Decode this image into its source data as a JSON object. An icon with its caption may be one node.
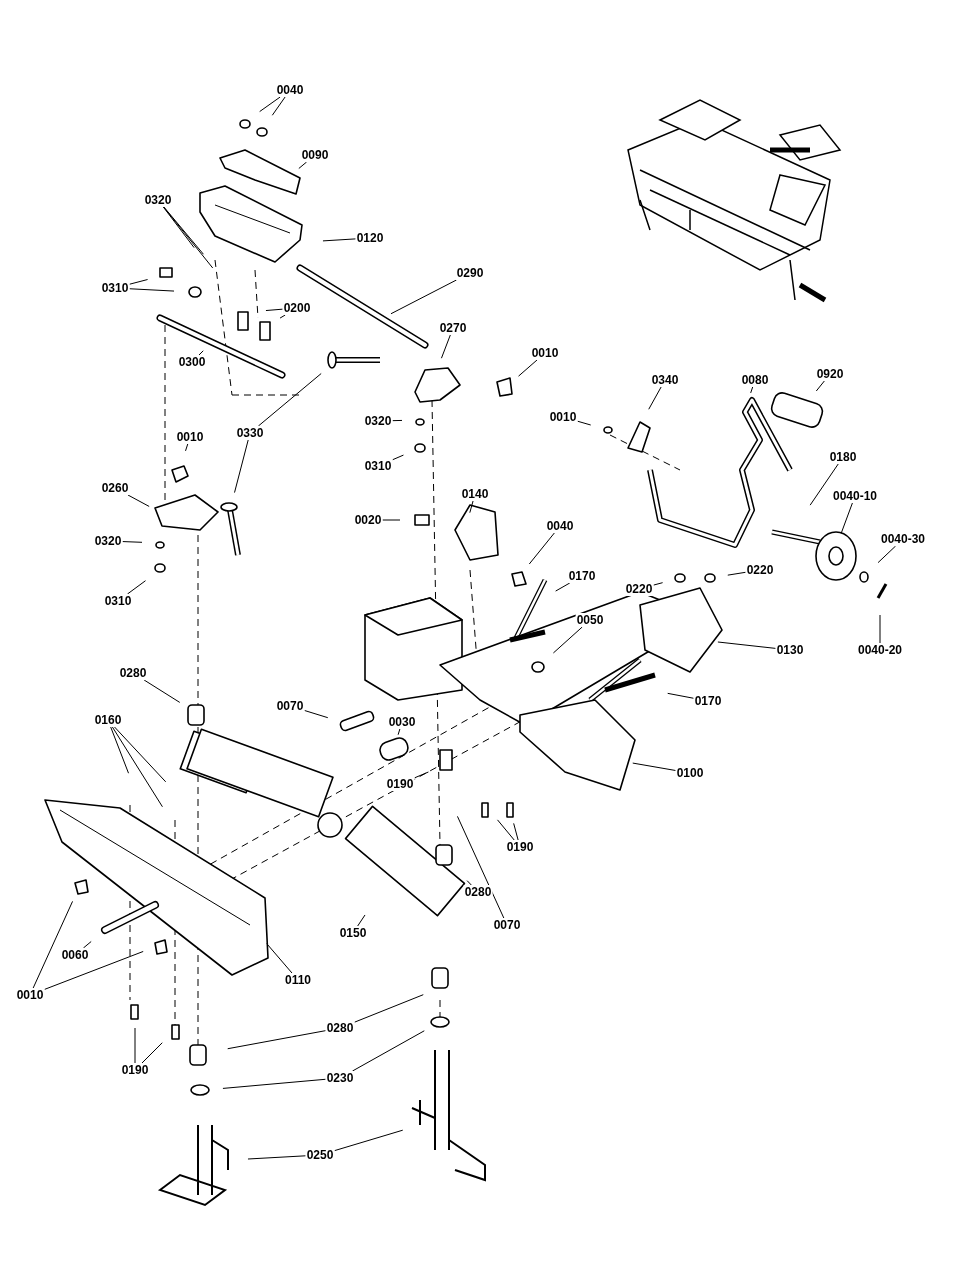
{
  "diagram": {
    "nodes": [
      {
        "text": [
          "0040"
        ]
      },
      {
        "text": [
          "0090"
        ]
      },
      {
        "text": [
          "0320"
        ]
      },
      {
        "text": [
          "0120"
        ]
      },
      {
        "text": [
          "0310"
        ]
      },
      {
        "text": [
          "0290"
        ]
      },
      {
        "text": [
          "0200"
        ]
      },
      {
        "text": [
          "0300"
        ]
      },
      {
        "text": [
          "0270"
        ]
      },
      {
        "text": [
          "0010"
        ]
      },
      {
        "text": [
          "0330"
        ]
      },
      {
        "text": [
          "0320"
        ]
      },
      {
        "text": [
          "0310"
        ]
      },
      {
        "text": [
          "0010"
        ]
      },
      {
        "text": [
          "0260"
        ]
      },
      {
        "text": [
          "0320"
        ]
      },
      {
        "text": [
          "0310"
        ]
      },
      {
        "text": [
          "0340"
        ]
      },
      {
        "text": [
          "0080"
        ]
      },
      {
        "text": [
          "0920"
        ]
      },
      {
        "text": [
          "0010"
        ]
      },
      {
        "text": [
          "0020"
        ]
      },
      {
        "text": [
          "0140"
        ]
      },
      {
        "text": [
          "0040"
        ]
      },
      {
        "text": [
          "0180"
        ]
      },
      {
        "text": [
          "0040-10"
        ]
      },
      {
        "text": [
          "0040-30"
        ]
      },
      {
        "text": [
          "0040-20"
        ]
      },
      {
        "text": [
          "0170"
        ]
      },
      {
        "text": [
          "0220"
        ]
      },
      {
        "text": [
          "0220"
        ]
      },
      {
        "text": [
          "0050"
        ]
      },
      {
        "text": [
          "0130"
        ]
      },
      {
        "text": [
          "0170"
        ]
      },
      {
        "text": [
          "0280"
        ]
      },
      {
        "text": [
          "0070"
        ]
      },
      {
        "text": [
          "0160"
        ]
      },
      {
        "text": [
          "0030"
        ]
      },
      {
        "text": [
          "0190"
        ]
      },
      {
        "text": [
          "0100"
        ]
      },
      {
        "text": [
          "0190"
        ]
      },
      {
        "text": [
          "0070"
        ]
      },
      {
        "text": [
          "0280"
        ]
      },
      {
        "text": [
          "0150"
        ]
      },
      {
        "text": [
          "0060"
        ]
      },
      {
        "text": [
          "0110"
        ]
      },
      {
        "text": [
          "0010"
        ]
      },
      {
        "text": [
          "0190"
        ]
      },
      {
        "text": [
          "0280"
        ]
      },
      {
        "text": [
          "0230"
        ]
      },
      {
        "text": [
          "0250"
        ]
      }
    ],
    "edges": [
      {
        "from": 0,
        "to": null,
        "arrow": "none"
      },
      {
        "from": 0,
        "to": null,
        "arrow": "none"
      },
      {
        "from": 1,
        "to": null,
        "arrow": "none"
      },
      {
        "from": 2,
        "to": null,
        "arrow": "none"
      },
      {
        "from": 2,
        "to": null,
        "arrow": "none"
      },
      {
        "from": 2,
        "to": null,
        "arrow": "none"
      },
      {
        "from": 3,
        "to": null,
        "arrow": "none"
      },
      {
        "from": 4,
        "to": null,
        "arrow": "none"
      },
      {
        "from": 4,
        "to": null,
        "arrow": "none"
      },
      {
        "from": 5,
        "to": null,
        "arrow": "none"
      },
      {
        "from": 6,
        "to": null,
        "arrow": "none"
      },
      {
        "from": 6,
        "to": null,
        "arrow": "none"
      },
      {
        "from": 7,
        "to": null,
        "arrow": "none"
      },
      {
        "from": 8,
        "to": null,
        "arrow": "none"
      },
      {
        "from": 9,
        "to": null,
        "arrow": "none"
      },
      {
        "from": 10,
        "to": null,
        "arrow": "none"
      },
      {
        "from": 10,
        "to": null,
        "arrow": "none"
      },
      {
        "from": 11,
        "to": null,
        "arrow": "none"
      },
      {
        "from": 12,
        "to": null,
        "arrow": "none"
      },
      {
        "from": 13,
        "to": null,
        "arrow": "none"
      },
      {
        "from": 14,
        "to": null,
        "arrow": "none"
      },
      {
        "from": 15,
        "to": null,
        "arrow": "none"
      },
      {
        "from": 16,
        "to": null,
        "arrow": "none"
      },
      {
        "from": 17,
        "to": null,
        "arrow": "none"
      },
      {
        "from": 18,
        "to": null,
        "arrow": "none"
      },
      {
        "from": 19,
        "to": null,
        "arrow": "none"
      },
      {
        "from": 20,
        "to": null,
        "arrow": "none"
      },
      {
        "from": 21,
        "to": null,
        "arrow": "none"
      },
      {
        "from": 22,
        "to": null,
        "arrow": "none"
      },
      {
        "from": 23,
        "to": null,
        "arrow": "none"
      },
      {
        "from": 24,
        "to": null,
        "arrow": "none"
      },
      {
        "from": 25,
        "to": null,
        "arrow": "none"
      },
      {
        "from": 26,
        "to": null,
        "arrow": "none"
      },
      {
        "from": 27,
        "to": null,
        "arrow": "none"
      },
      {
        "from": 28,
        "to": null,
        "arrow": "none"
      },
      {
        "from": 29,
        "to": null,
        "arrow": "none"
      },
      {
        "from": 30,
        "to": null,
        "arrow": "none"
      },
      {
        "from": 31,
        "to": null,
        "arrow": "none"
      },
      {
        "from": 32,
        "to": null,
        "arrow": "none"
      },
      {
        "from": 33,
        "to": null,
        "arrow": "none"
      },
      {
        "from": 34,
        "to": null,
        "arrow": "none"
      },
      {
        "from": 35,
        "to": null,
        "arrow": "none"
      },
      {
        "from": 36,
        "to": null,
        "arrow": "none"
      },
      {
        "from": 36,
        "to": null,
        "arrow": "none"
      },
      {
        "from": 36,
        "to": null,
        "arrow": "none"
      },
      {
        "from": 37,
        "to": null,
        "arrow": "none"
      },
      {
        "from": 38,
        "to": null,
        "arrow": "none"
      },
      {
        "from": 39,
        "to": null,
        "arrow": "none"
      },
      {
        "from": 40,
        "to": null,
        "arrow": "none"
      },
      {
        "from": 40,
        "to": null,
        "arrow": "none"
      },
      {
        "from": 41,
        "to": null,
        "arrow": "none"
      },
      {
        "from": 42,
        "to": null,
        "arrow": "none"
      },
      {
        "from": 43,
        "to": null,
        "arrow": "none"
      },
      {
        "from": 44,
        "to": null,
        "arrow": "none"
      },
      {
        "from": 45,
        "to": null,
        "arrow": "none"
      },
      {
        "from": 46,
        "to": null,
        "arrow": "none"
      },
      {
        "from": 46,
        "to": null,
        "arrow": "none"
      },
      {
        "from": 47,
        "to": null,
        "arrow": "none"
      },
      {
        "from": 47,
        "to": null,
        "arrow": "none"
      },
      {
        "from": 48,
        "to": null,
        "arrow": "none"
      },
      {
        "from": 48,
        "to": null,
        "arrow": "none"
      },
      {
        "from": 49,
        "to": null,
        "arrow": "none"
      },
      {
        "from": 49,
        "to": null,
        "arrow": "none"
      },
      {
        "from": 50,
        "to": null,
        "arrow": "none"
      },
      {
        "from": 50,
        "to": null,
        "arrow": "none"
      }
    ]
  }
}
